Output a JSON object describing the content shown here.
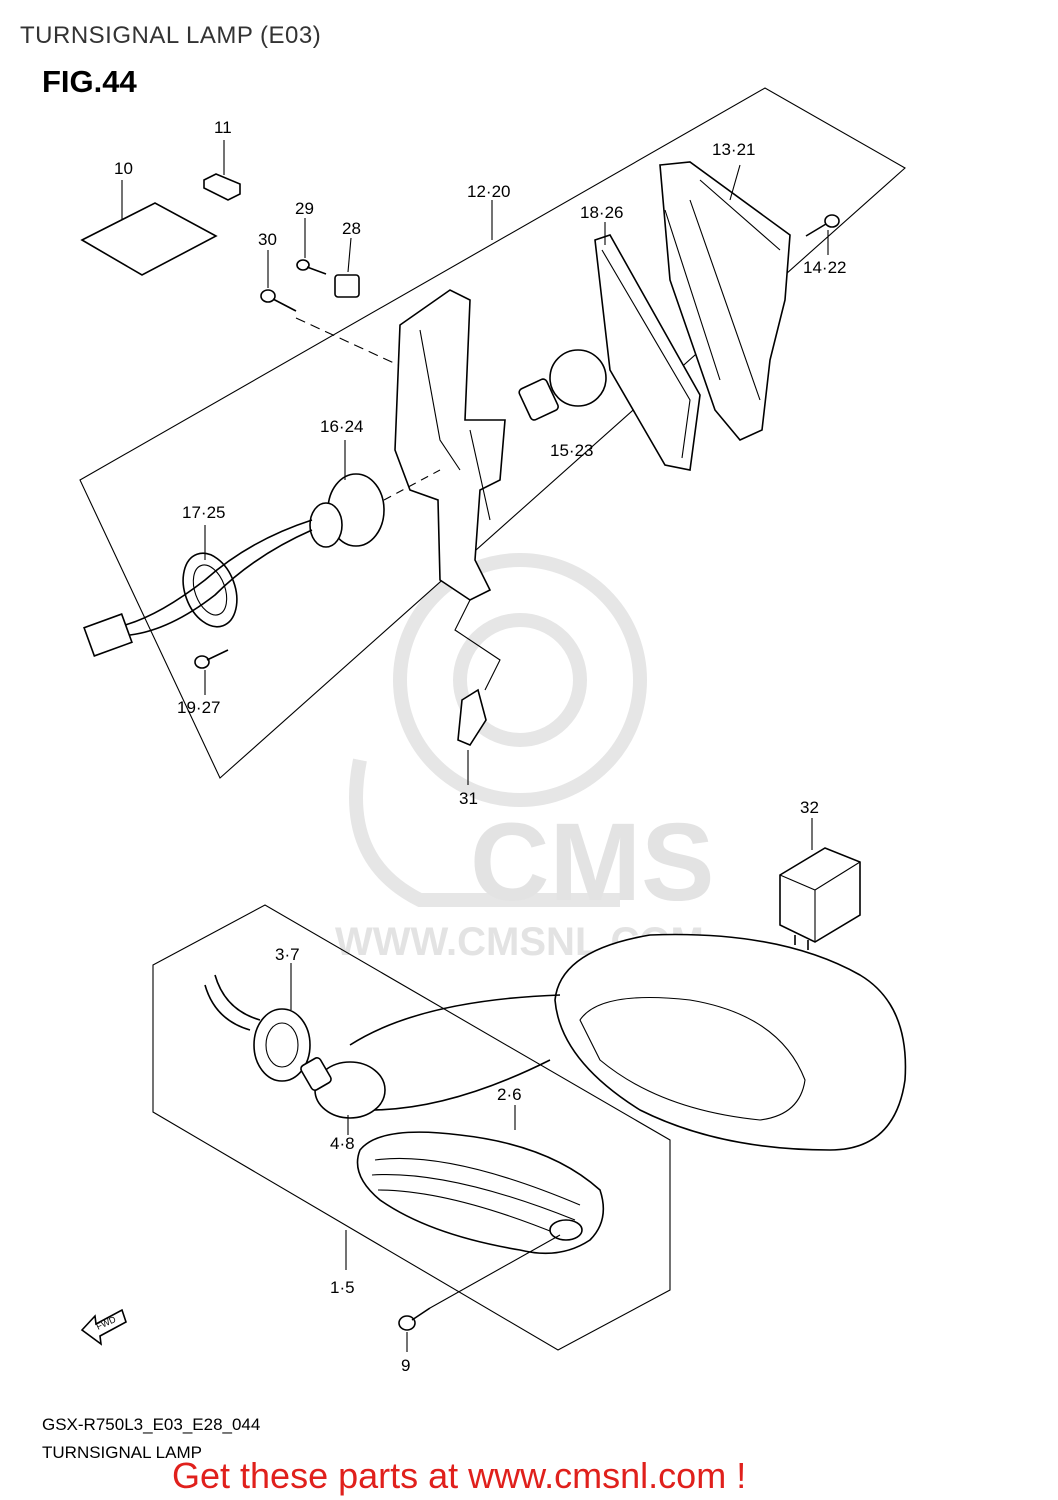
{
  "header": {
    "title": "TURNSIGNAL LAMP (E03)",
    "figure": "FIG.44"
  },
  "callouts": {
    "c10": "10",
    "c11": "11",
    "c29": "29",
    "c30": "30",
    "c28": "28",
    "c12_20": "12·20",
    "c18_26": "18·26",
    "c13_21": "13·21",
    "c14_22": "14·22",
    "c15_23": "15·23",
    "c16_24": "16·24",
    "c17_25": "17·25",
    "c19_27": "19·27",
    "c31": "31",
    "c32": "32",
    "c3_7": "3·7",
    "c2_6": "2·6",
    "c4_8": "4·8",
    "c1_5": "1·5",
    "c9": "9"
  },
  "direction_arrow": "FWD",
  "watermark": {
    "brand": "CMS",
    "site": "WWW.CMSNL.COM"
  },
  "footer": {
    "diagram_code": "GSX-R750L3_E03_E28_044",
    "diagram_name": "TURNSIGNAL LAMP",
    "promo": "Get these parts at www.cmsnl.com !",
    "promo_color": "#e0201c"
  }
}
